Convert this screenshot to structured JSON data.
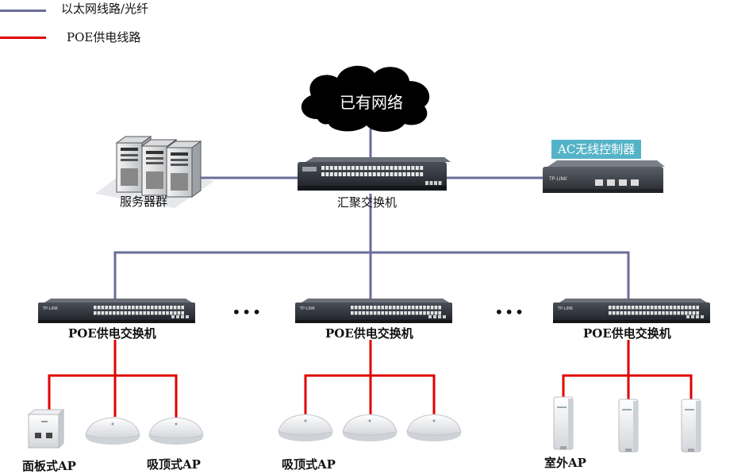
{
  "legend": {
    "ethernet_label": "以太网线路/光纤",
    "ethernet_color": "#6a6c9a",
    "poe_label": "POE供电线路",
    "poe_color": "#e00000"
  },
  "cloud": {
    "label": "已有网络"
  },
  "server_group": {
    "label": "服务器群"
  },
  "core_switch": {
    "label": "汇聚交换机",
    "brand": "TP-LINK"
  },
  "ac_controller": {
    "label": "AC无线控制器",
    "badge_color": "#55b3c8",
    "brand": "TP-LINK"
  },
  "poe_switches": [
    {
      "label": "POE供电交换机",
      "brand": "TP-LINK"
    },
    {
      "label": "POE供电交换机",
      "brand": "TP-LINK"
    },
    {
      "label": "POE供电交换机",
      "brand": "TP-LINK"
    }
  ],
  "ellipsis": "•••",
  "ap_groups": [
    {
      "label_a": "面板式AP",
      "label_b": "吸顶式AP"
    },
    {
      "label": "吸顶式AP"
    },
    {
      "label": "室外AP"
    }
  ]
}
